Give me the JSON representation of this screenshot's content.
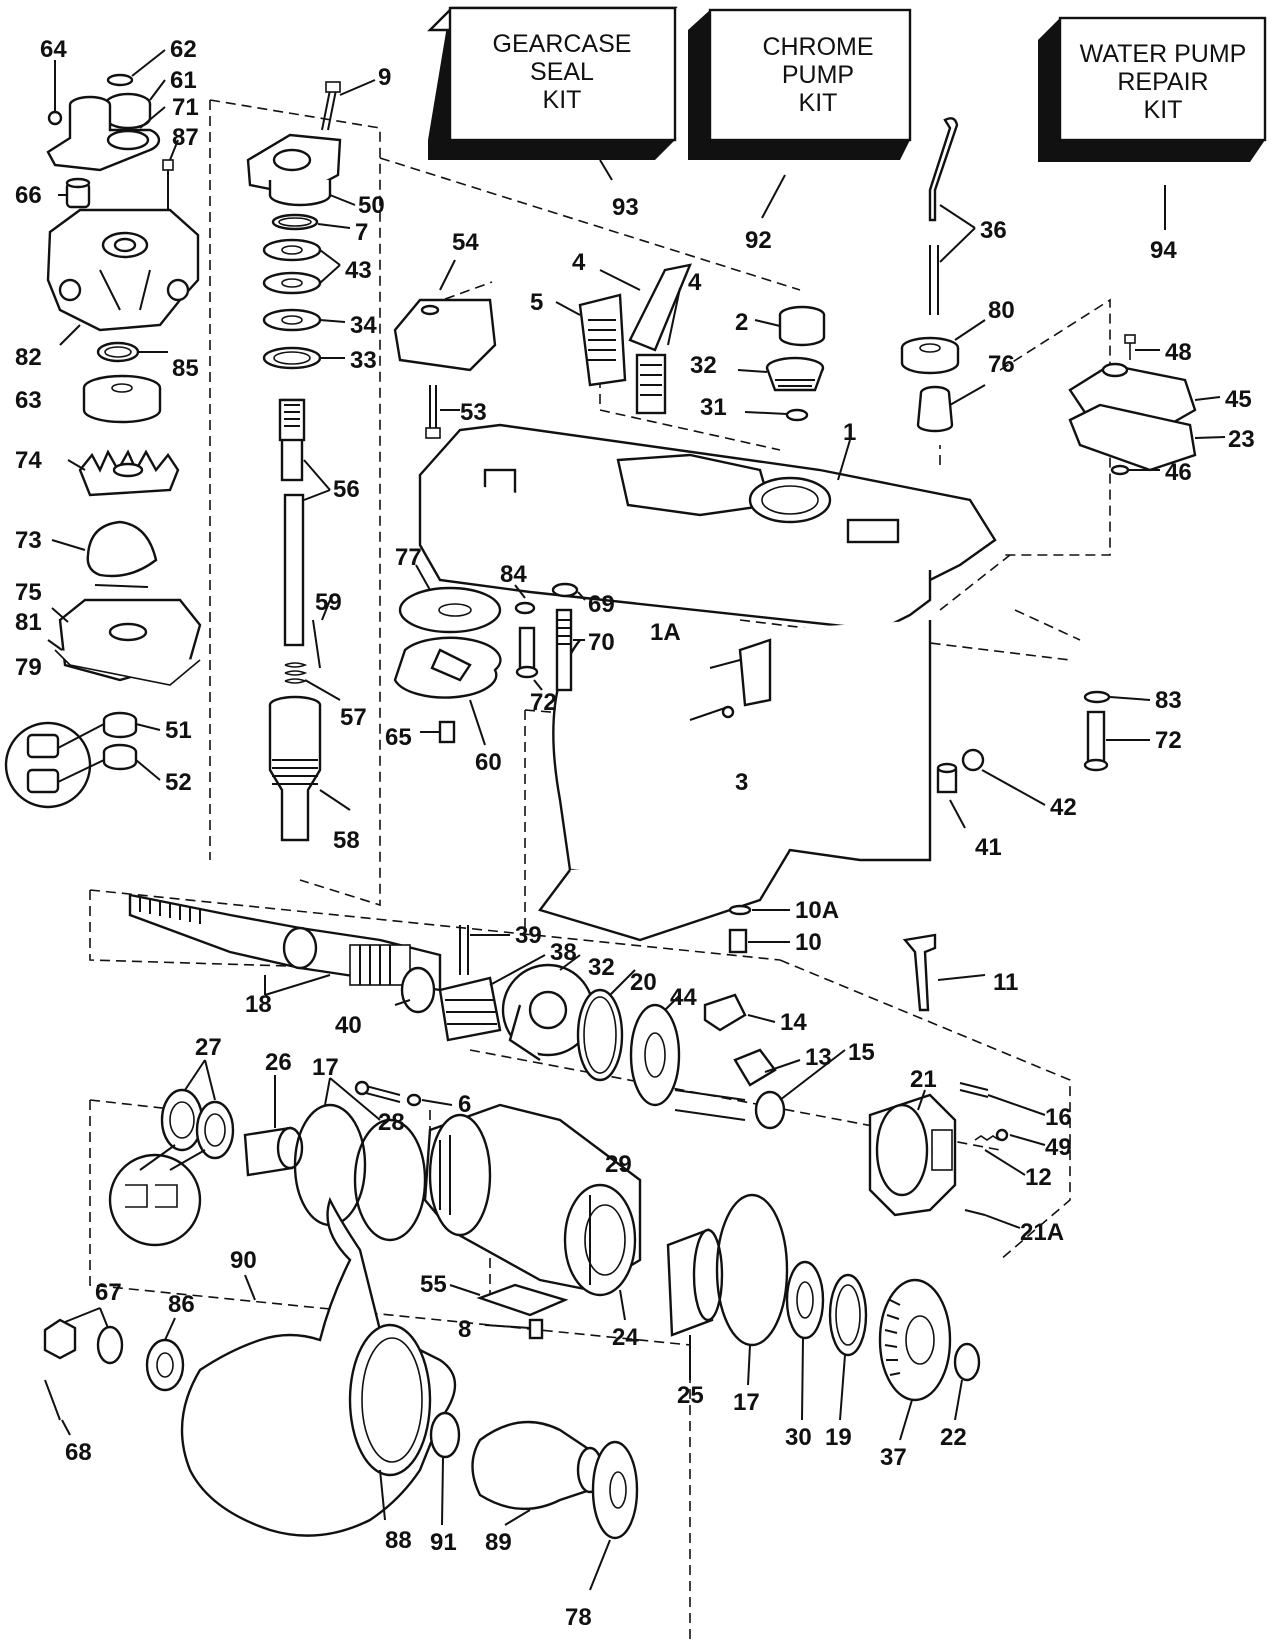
{
  "kits": {
    "gearcase_seal": {
      "lines": [
        "GEARCASE",
        "SEAL",
        "KIT"
      ],
      "ref": "93"
    },
    "chrome_pump": {
      "lines": [
        "CHROME",
        "PUMP",
        "KIT"
      ],
      "ref": "92"
    },
    "water_pump": {
      "lines": [
        "WATER PUMP",
        "REPAIR",
        "KIT"
      ],
      "ref": "94"
    }
  },
  "callouts": {
    "n64": "64",
    "n62": "62",
    "n61": "61",
    "n71": "71",
    "n87": "87",
    "n66": "66",
    "n82": "82",
    "n85": "85",
    "n63": "63",
    "n74": "74",
    "n73": "73",
    "n75": "75",
    "n81": "81",
    "n79": "79",
    "n51": "51",
    "n52": "52",
    "n9": "9",
    "n50": "50",
    "n7": "7",
    "n43": "43",
    "n34": "34",
    "n33": "33",
    "n56": "56",
    "n59": "59",
    "n57": "57",
    "n58": "58",
    "n54": "54",
    "n53": "53",
    "n5": "5",
    "n4a": "4",
    "n4b": "4",
    "n2": "2",
    "n32a": "32",
    "n31": "31",
    "n1": "1",
    "n36": "36",
    "n80": "80",
    "n76": "76",
    "n48": "48",
    "n45": "45",
    "n23": "23",
    "n46": "46",
    "n77": "77",
    "n84": "84",
    "n69": "69",
    "n70": "70",
    "n1A": "1A",
    "n72a": "72",
    "n65": "65",
    "n60": "60",
    "n3": "3",
    "n83": "83",
    "n72b": "72",
    "n41": "41",
    "n42": "42",
    "n10A": "10A",
    "n10": "10",
    "n39": "39",
    "n38": "38",
    "n32b": "32",
    "n20": "20",
    "n44": "44",
    "n14": "14",
    "n13": "13",
    "n15": "15",
    "n11": "11",
    "n18": "18",
    "n40": "40",
    "n27": "27",
    "n26": "26",
    "n17a": "17",
    "n28": "28",
    "n6": "6",
    "n29": "29",
    "n21": "21",
    "n16": "16",
    "n49": "49",
    "n12": "12",
    "n21A": "21A",
    "n55": "55",
    "n24": "24",
    "n8": "8",
    "n25": "25",
    "n17b": "17",
    "n30": "30",
    "n19": "19",
    "n37": "37",
    "n22": "22",
    "n67": "67",
    "n86": "86",
    "n90": "90",
    "n68": "68",
    "n88": "88",
    "n91": "91",
    "n89": "89",
    "n78": "78"
  }
}
